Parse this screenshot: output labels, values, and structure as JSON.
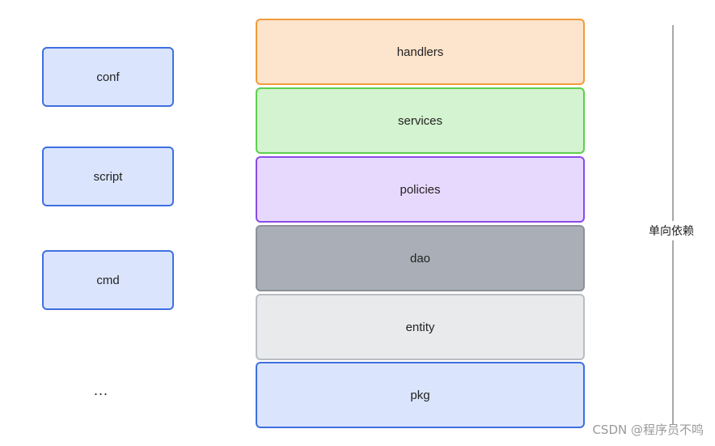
{
  "side_modules": [
    {
      "label": "conf"
    },
    {
      "label": "script"
    },
    {
      "label": "cmd"
    }
  ],
  "side_more": "...",
  "layers": [
    {
      "label": "handlers",
      "fill": "#fde4cc",
      "border": "#f29c3c"
    },
    {
      "label": "services",
      "fill": "#d4f3d0",
      "border": "#5ccf4e"
    },
    {
      "label": "policies",
      "fill": "#e7d9fd",
      "border": "#8a4be6"
    },
    {
      "label": "dao",
      "fill": "#aaafb7",
      "border": "#8c9098"
    },
    {
      "label": "entity",
      "fill": "#e9eaec",
      "border": "#b9bdc3"
    },
    {
      "label": "pkg",
      "fill": "#dae5fd",
      "border": "#3f6fe0"
    }
  ],
  "dependency_label": "单向依赖",
  "watermark": "CSDN @程序员不鸣"
}
